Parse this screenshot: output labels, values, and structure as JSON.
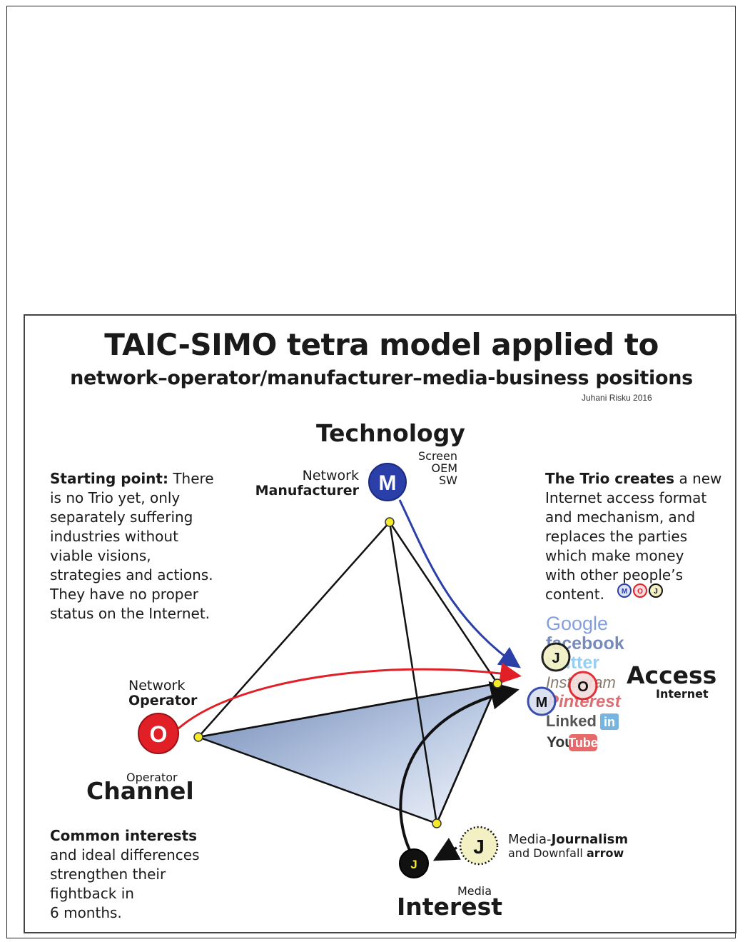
{
  "title": "TAIC-SIMO tetra model applied to",
  "subtitle": "network–operator/manufacturer–media-business positions",
  "credit": "Juhani Risku 2016",
  "left_note": {
    "bold": "Starting point:",
    "lines": [
      "There",
      "is no Trio yet, only",
      "separately suffering",
      "industries without",
      "viable visions,",
      "strategies and actions.",
      "They have no proper",
      "status on the Internet."
    ]
  },
  "right_note": {
    "bold": "The Trio creates",
    "lines": [
      "a new",
      "Internet access format",
      "and mechanism, and",
      "replaces the parties",
      "which make money",
      "with other people’s",
      "content."
    ]
  },
  "bottom_note": {
    "bold": "Common interests",
    "lines": [
      "and ideal differences",
      "strengthen their",
      "fightback in",
      "6 months."
    ]
  },
  "vertices": {
    "technology": {
      "title": "Technology",
      "sub": [
        "Screen",
        "OEM",
        "SW"
      ]
    },
    "channel": {
      "title": "Channel",
      "sub": "Operator"
    },
    "access": {
      "title": "Access",
      "sub": "Internet"
    },
    "interest": {
      "title": "Interest",
      "sub": "Media"
    }
  },
  "actors": {
    "manufacturer": {
      "letter": "M",
      "label_top": "Network",
      "label_bottom": "Manufacturer",
      "color": "#2b3fa8"
    },
    "operator": {
      "letter": "O",
      "label_top": "Network",
      "label_bottom": "Operator",
      "color": "#e01f26"
    },
    "journalism": {
      "letter": "J",
      "label_prefix": "Media-",
      "label_bold": "Journalism",
      "label2_plain": "and Downfall ",
      "label2_bold": "arrow",
      "color": "#f3f0c4"
    },
    "media_dark": {
      "letter": "J",
      "color": "#111111"
    }
  },
  "trio_icons": [
    "M",
    "O",
    "J"
  ],
  "internet_brands": [
    "Google",
    "facebook",
    "twitter",
    "Instagram",
    "Pinterest",
    "Linked",
    "in",
    "You",
    "Tube"
  ],
  "access_circles": [
    "J",
    "O",
    "M"
  ],
  "colors": {
    "operator_arrow": "#e01f26",
    "manufacturer_arrow": "#2b3fa8",
    "vertex_dot": "#f5ea2a",
    "plane_fill": "#9fb4d6"
  }
}
